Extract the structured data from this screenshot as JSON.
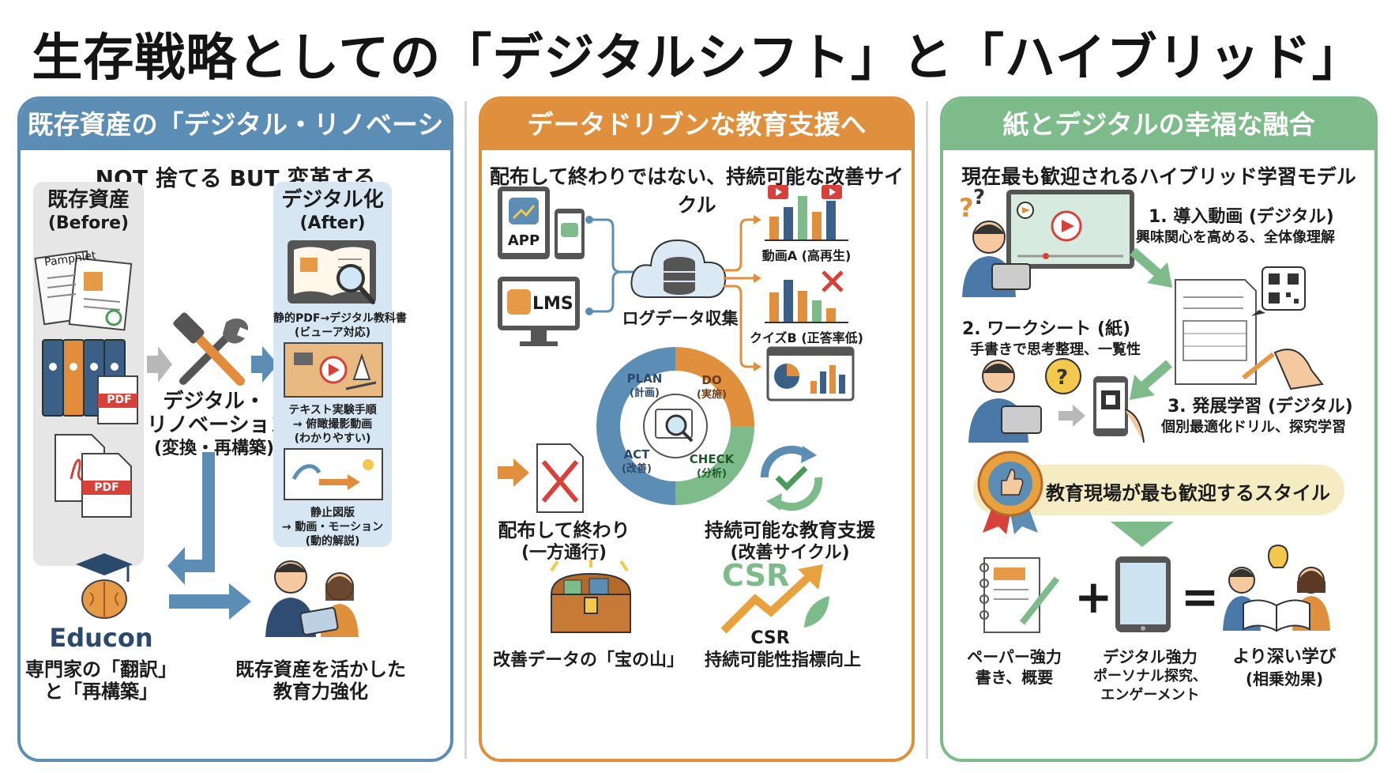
{
  "title": "生存戦略としての「デジタルシフト」と「ハイブリッド」",
  "colors": {
    "blue": "#5b8db5",
    "orange": "#e08f3d",
    "green": "#7dbb8a",
    "cream": "#f6ecc4",
    "red": "#d8413a"
  },
  "panel1": {
    "header": "既存資産の「デジタル・リノベーション」",
    "subtitle": "NOT 捨てる BUT 変革する",
    "before_title": "既存資産",
    "before_sub": "(Before)",
    "pamphlet_text": "Pamphlet",
    "pdf1": "PDF",
    "pdf2": "PDF",
    "after_title": "デジタル化",
    "after_sub": "(After)",
    "after_item1_line1": "静的PDF→デジタル教科書",
    "after_item1_line2": "(ビューア対応)",
    "after_item2_line1": "テキスト実験手順",
    "after_item2_line2": "→ 俯瞰撮影動画",
    "after_item2_line3": "(わかりやすい)",
    "after_item3_line1": "静止図版",
    "after_item3_line2": "→ 動画・モーション",
    "after_item3_line3": "(動的解説)",
    "center_line1": "デジタル・",
    "center_line2": "リノベーション",
    "center_line3": "(変換・再構築)",
    "educon": "Educon",
    "educon_line1": "専門家の「翻訳」",
    "educon_line2": "と「再構築」",
    "result_line1": "既存資産を活かした",
    "result_line2": "教育力強化"
  },
  "panel2": {
    "header": "データドリブンな教育支援へ",
    "subtitle": "配布して終わりではない、持続可能な改善サイクル",
    "app": "APP",
    "lms": "LMS",
    "log": "ログデータ収集",
    "video_a": "動画A (高再生)",
    "quiz_b": "クイズB (正答率低)",
    "plan": "PLAN",
    "plan_sub": "(計画)",
    "do": "DO",
    "do_sub": "(実施)",
    "check": "CHECK",
    "check_sub": "(分析)",
    "act": "ACT",
    "act_sub": "(改善)",
    "end_line1": "配布して終わり",
    "end_line2": "(一方通行)",
    "sustain_line1": "持続可能な教育支援",
    "sustain_line2": "(改善サイクル)",
    "treasure": "改善データの「宝の山」",
    "csr_big": "CSR",
    "csr_line1": "CSR",
    "csr_line2": "持続可能性指標向上"
  },
  "panel3": {
    "header": "紙とデジタルの幸福な融合",
    "subtitle": "現在最も歓迎されるハイブリッド学習モデル",
    "step1_title": "1. 導入動画 (デジタル)",
    "step1_desc": "興味関心を高める、全体像理解",
    "step2_title": "2. ワークシート (紙)",
    "step2_desc": "手書きで思考整理、一覧性",
    "step3_title": "3. 発展学習 (デジタル)",
    "step3_desc": "個別最適化ドリル、探究学習",
    "banner": "教育現場が最も歓迎するスタイル",
    "paper_line1": "ペーパー強力",
    "paper_line2": "書き、概要",
    "digital_line1": "デジタル強力",
    "digital_line2": "ポーソナル探究、",
    "digital_line3": "エンゲーメント",
    "deep_line1": "より深い学び",
    "deep_line2": "(相乗効果)",
    "plus": "+",
    "equals": "="
  }
}
